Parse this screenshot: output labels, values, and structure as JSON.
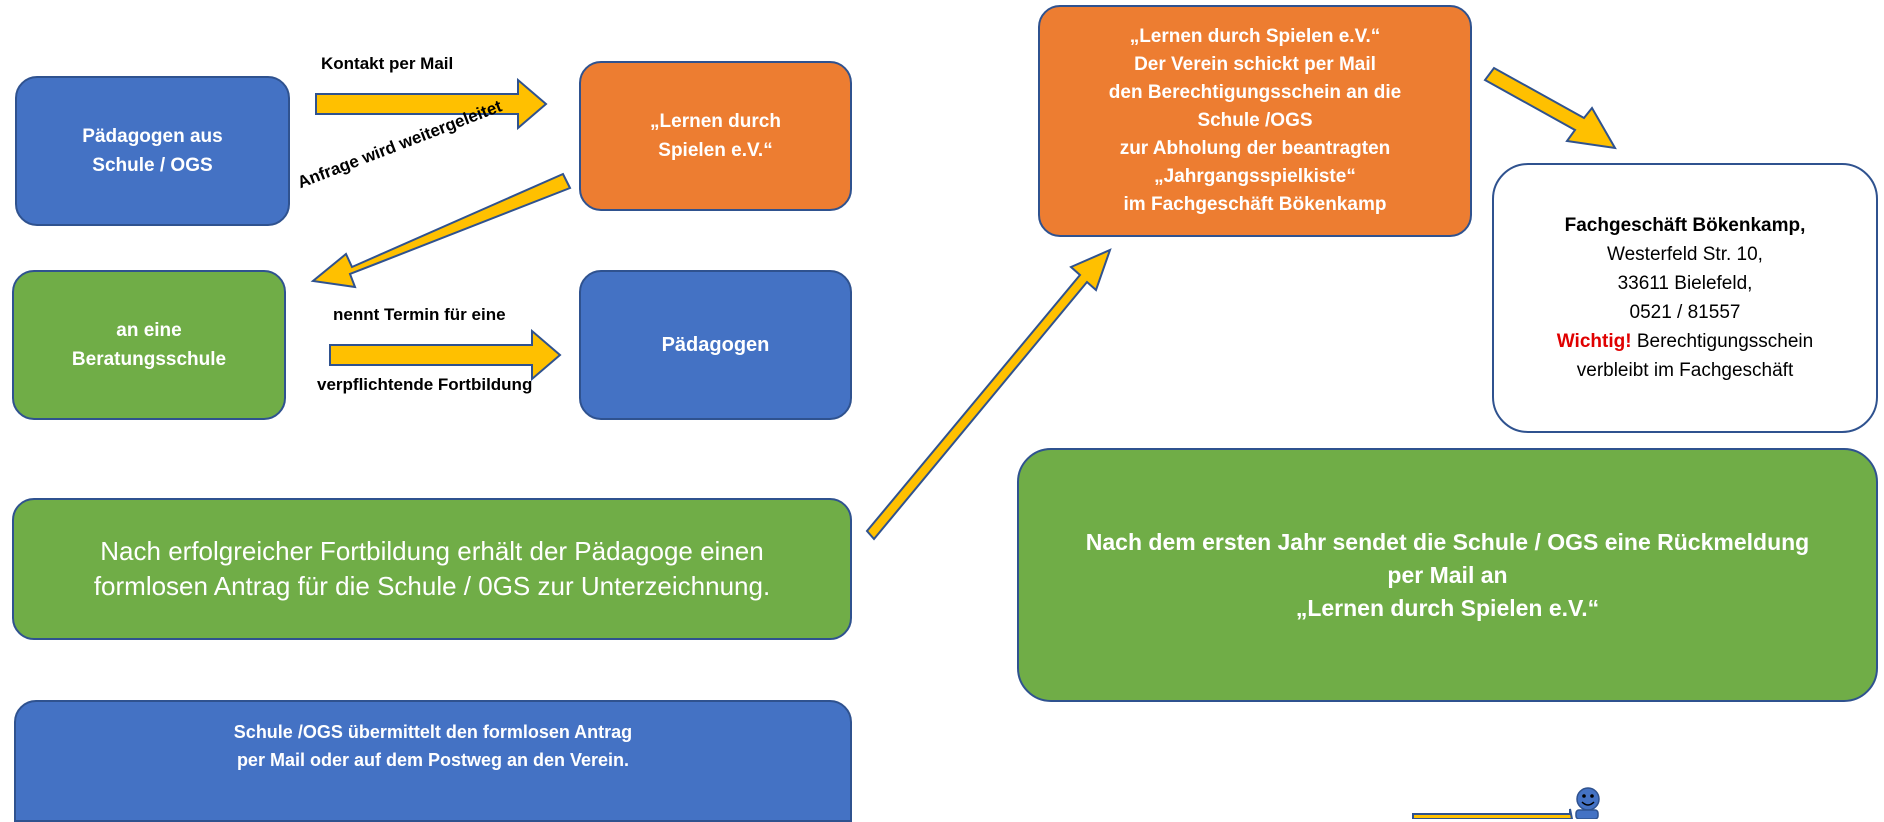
{
  "boxes": {
    "paedagogen_schule": [
      "Pädagogen aus",
      "Schule / OGS"
    ],
    "lernen_top": [
      "„Lernen durch",
      "Spielen e.V.“"
    ],
    "beratungsschule": [
      "an eine",
      "Beratungsschule"
    ],
    "paedagogen": "Pädagogen",
    "nach_fortbildung": [
      "Nach erfolgreicher Fortbildung erhält  der Pädagoge  einen",
      "formlosen Antrag für die Schule / 0GS zur Unterzeichnung."
    ],
    "schule_uebermittelt": [
      "Schule /OGS übermittelt  den formlosen Antrag",
      "per Mail oder auf dem Postweg an  den Verein."
    ],
    "verein_schickt": [
      "„Lernen durch Spielen e.V.“",
      "Der Verein schickt per Mail",
      "den Berechtigungsschein an die",
      "Schule /OGS",
      "zur Abholung der beantragten",
      "„Jahrgangsspielkiste“",
      "im Fachgeschäft Bökenkamp"
    ],
    "fachgeschaeft": {
      "name": "Fachgeschäft Bökenkamp,",
      "street": "Westerfeld Str. 10,",
      "city": "33611 Bielefeld,",
      "phone": "0521 / 81557",
      "important": "Wichtig!",
      "note_1": "Berechtigungsschein",
      "note_2": "verbleibt im Fachgeschäft"
    },
    "rueckmeldung": [
      "Nach dem ersten Jahr sendet die Schule / OGS eine Rückmeldung",
      "per Mail an",
      "„Lernen durch Spielen e.V.“"
    ]
  },
  "labels": {
    "kontakt": "Kontakt per Mail",
    "anfrage": "Anfrage wird weitergeleitet",
    "termin": "nennt Termin für eine",
    "fortbildung": "verpflichtende Fortbildung"
  },
  "colors": {
    "blue": "#4472c4",
    "orange": "#ed7d31",
    "green": "#70ad47",
    "arrow": "#ffc000",
    "border": "#2f528f",
    "important": "#e00000"
  }
}
